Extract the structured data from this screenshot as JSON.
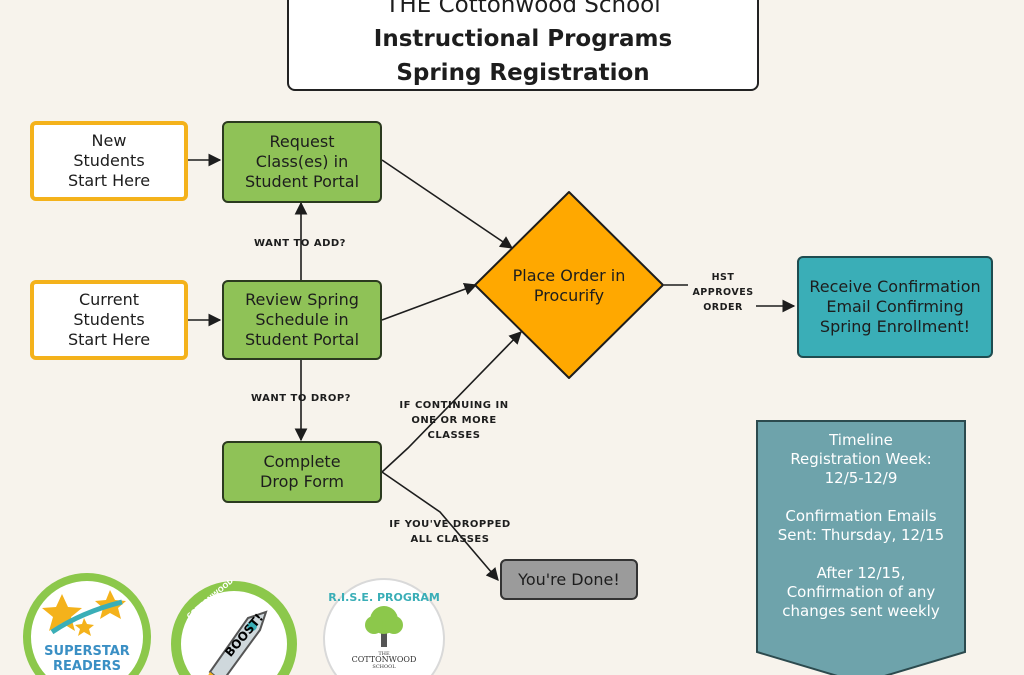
{
  "header": {
    "line1": "THE Cottonwood School",
    "line2": "Instructional Programs",
    "line3": "Spring Registration"
  },
  "boxes": {
    "new_students": "New Students Start Here",
    "current_students": "Current Students Start Here",
    "request_classes": "Request Class(es) in Student Portal",
    "review_schedule": "Review Spring Schedule in Student Portal",
    "complete_drop": "Complete Drop Form",
    "place_order": "Place Order in Procurify",
    "receive_confirmation": "Receive Confirmation Email Confirming Spring Enrollment!",
    "done": "You're Done!"
  },
  "labels": {
    "want_add": "WANT TO ADD?",
    "want_drop": "WANT TO DROP?",
    "continuing": "IF CONTINUING IN ONE OR MORE CLASSES",
    "dropped_all": "IF YOU'VE DROPPED ALL CLASSES",
    "hst_approves": "HST APPROVES ORDER"
  },
  "timeline": {
    "heading": "Timeline",
    "reg_week_label": "Registration Week:",
    "reg_week_dates": "12/5-12/9",
    "emails_label": "Confirmation Emails",
    "emails_sent": "Sent:  Thursday, 12/15",
    "after_label": "After 12/15,",
    "after_line2": "Confirmation of any",
    "after_line3": "changes sent weekly"
  },
  "logos": {
    "superstar_line1": "SUPERSTAR",
    "superstar_line2": "READERS",
    "boost_ring": "COTTONWOOD HOMESCHOOL",
    "boost_word": "BOOST!",
    "rise_ring": "R.I.S.E. PROGRAM",
    "rise_school_top": "THE",
    "rise_school_mid": "COTTONWOOD",
    "rise_school_bottom": "SCHOOL"
  },
  "colors": {
    "start_border": "#f4b21b",
    "step_fill": "#8fc257",
    "diamond_fill": "#ffa800",
    "confirm_fill": "#3aaeb7",
    "done_fill": "#9b9b9b",
    "timeline_fill": "#6ea3ab"
  }
}
